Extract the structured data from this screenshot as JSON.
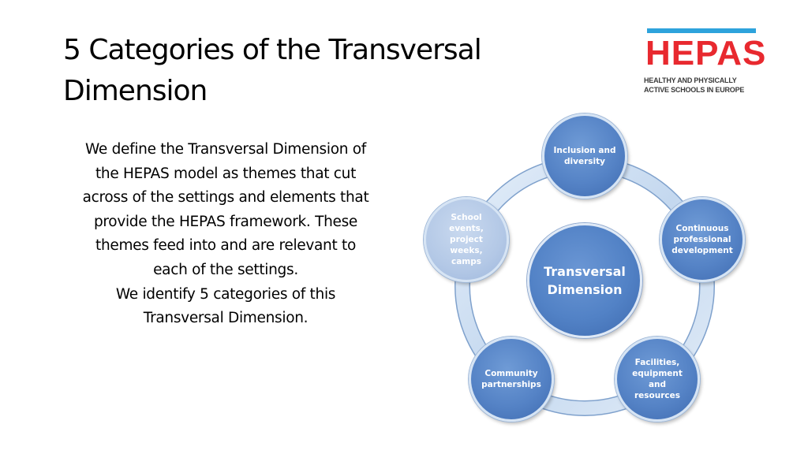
{
  "title": {
    "line1": "5 Categories of the Transversal",
    "line2": "Dimension"
  },
  "logo": {
    "word": "HEPAS",
    "tag_line1": "HEALTHY AND PHYSICALLY",
    "tag_line2": "ACTIVE SCHOOLS IN EUROPE",
    "colors": {
      "word": "#e8292f",
      "bar": "#2ea3dc"
    }
  },
  "body": {
    "paragraph1": "We define the Transversal Dimension of the HEPAS model as themes that cut across of the settings and elements that provide the HEPAS framework. These themes feed into and are relevant to each of the settings.",
    "paragraph2": "We identify 5 categories of this Transversal Dimension."
  },
  "diagram": {
    "center": {
      "line1": "Transversal",
      "line2": "Dimension"
    },
    "nodes": [
      {
        "lines": [
          "Inclusion and",
          "diversity"
        ]
      },
      {
        "lines": [
          "Continuous",
          "professional",
          "development"
        ]
      },
      {
        "lines": [
          "Facilities,",
          "equipment",
          "and",
          "resources"
        ]
      },
      {
        "lines": [
          "Community",
          "partnerships"
        ]
      },
      {
        "lines": [
          "School",
          "events,",
          "project",
          "weeks,",
          "camps"
        ]
      }
    ],
    "colors": {
      "node": "#5583c6",
      "ring": "#c9dcf0",
      "ring_edge": "#7fa1cc"
    }
  }
}
